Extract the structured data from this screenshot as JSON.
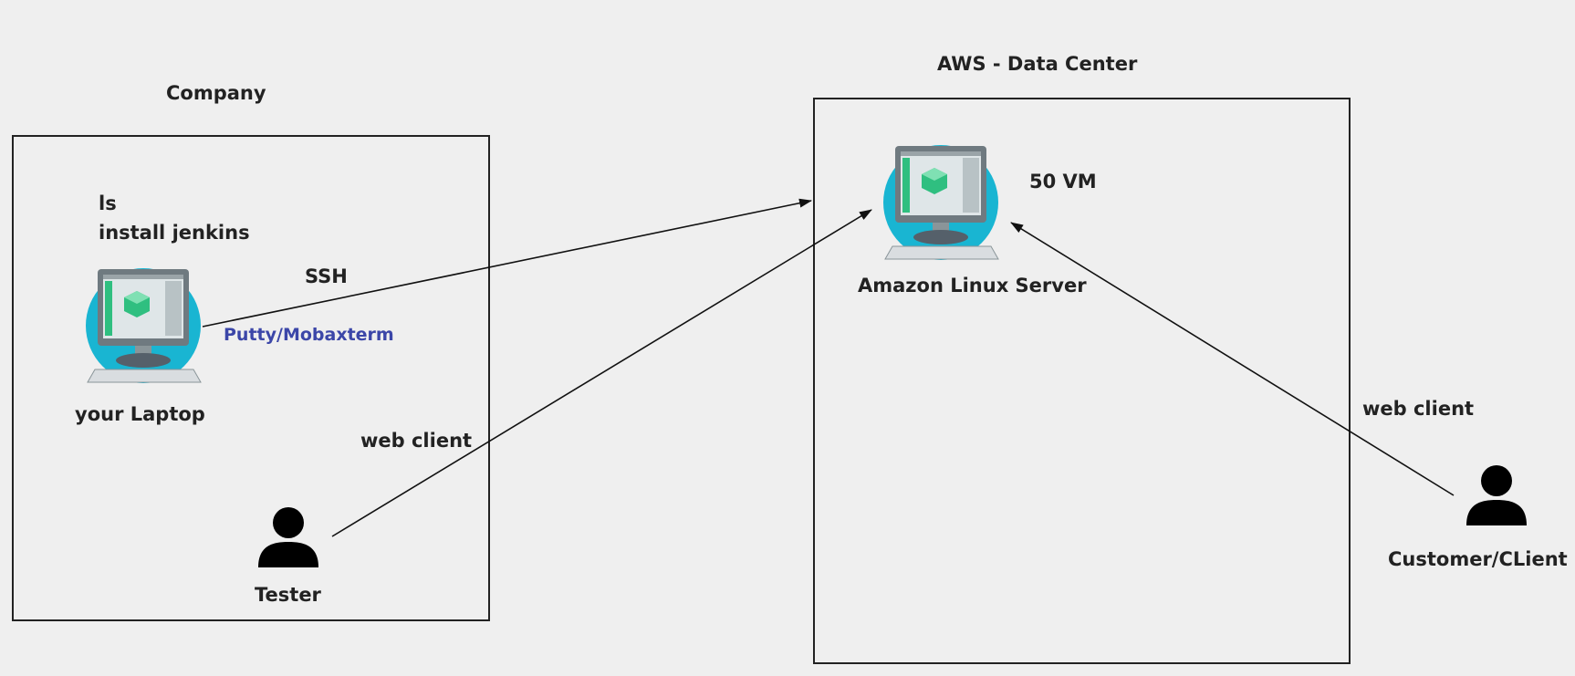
{
  "company": {
    "title": "Company",
    "commands": [
      "ls",
      "install jenkins"
    ],
    "laptop_label": "your Laptop",
    "ssh_label": "SSH",
    "tool_label": "Putty/Mobaxterm",
    "tester_label": "Tester",
    "tester_link_label": "web client"
  },
  "aws": {
    "title": "AWS - Data Center",
    "server_label": "Amazon Linux Server",
    "vm_label": "50 VM"
  },
  "customer": {
    "label": "Customer/CLient",
    "link_label": "web client"
  },
  "colors": {
    "tool_label": "#3b46a8",
    "monitor_ring": "#19b5d2",
    "monitor_logo": "#2fbf80",
    "line": "#111111"
  },
  "icons": [
    "monitor-icon",
    "person-icon",
    "arrow-icon"
  ]
}
